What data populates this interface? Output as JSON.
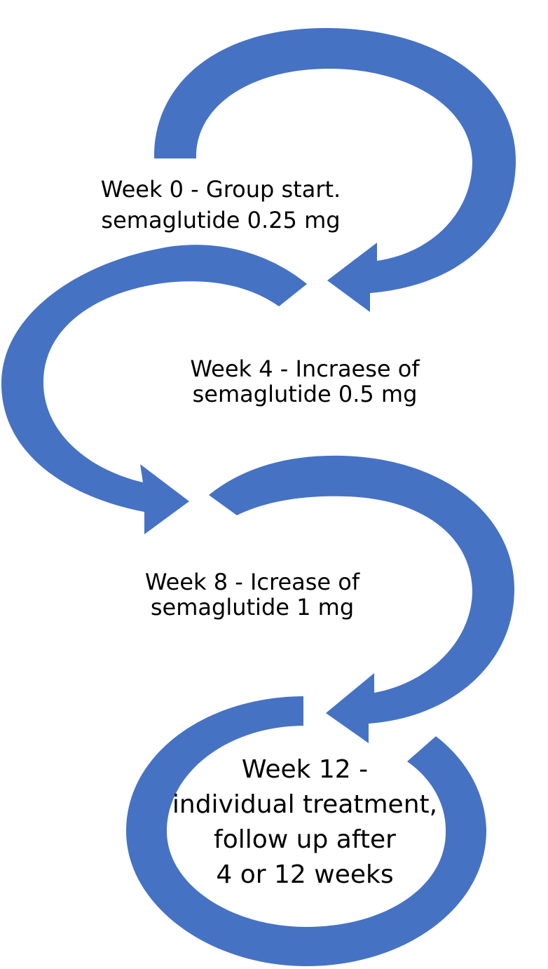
{
  "colors": {
    "arrow": "#4672c4",
    "text": "#000000",
    "background": "#ffffff"
  },
  "steps": [
    {
      "lines": [
        "Week 0  - Group start.",
        "semaglutide 0.25 mg"
      ]
    },
    {
      "lines": [
        "Week 4  - Incraese of",
        "semaglutide 0.5 mg"
      ]
    },
    {
      "lines": [
        "Week 8 - Icrease of",
        "semaglutide 1 mg"
      ]
    },
    {
      "lines": [
        "Week 12 -",
        "individual treatment,",
        "follow up after",
        " 4 or 12 weeks"
      ]
    }
  ]
}
